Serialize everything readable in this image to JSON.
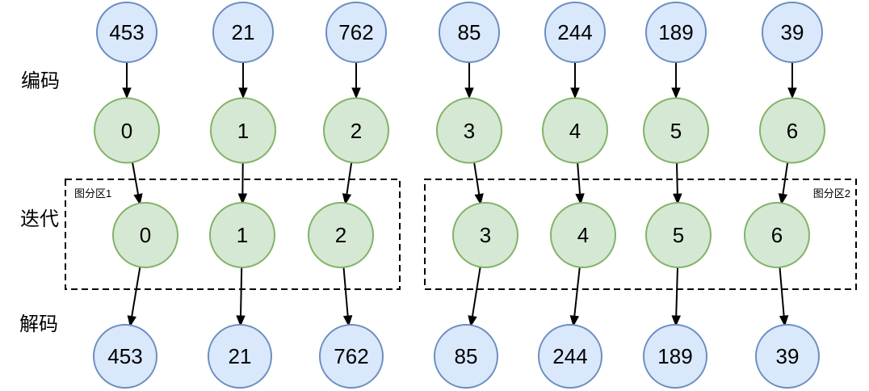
{
  "row_labels": {
    "encode": "编码",
    "iterate": "迭代",
    "decode": "解码"
  },
  "partition_labels": {
    "p1": "图分区1",
    "p2": "图分区2"
  },
  "encoded": [
    "453",
    "21",
    "762",
    "85",
    "244",
    "189",
    "39"
  ],
  "encoded_ids": [
    "0",
    "1",
    "2",
    "3",
    "4",
    "5",
    "6"
  ],
  "iterated_ids": [
    "0",
    "1",
    "2",
    "3",
    "4",
    "5",
    "6"
  ],
  "decoded": [
    "453",
    "21",
    "762",
    "85",
    "244",
    "189",
    "39"
  ],
  "colors": {
    "value_node_fill": "#DAE8FC",
    "value_node_stroke": "#6C8EBF",
    "id_node_fill": "#D5E8D4",
    "id_node_stroke": "#82B366",
    "arrow": "#000000",
    "partition_border": "#000000",
    "text": "#000000",
    "background": "#FFFFFF"
  }
}
